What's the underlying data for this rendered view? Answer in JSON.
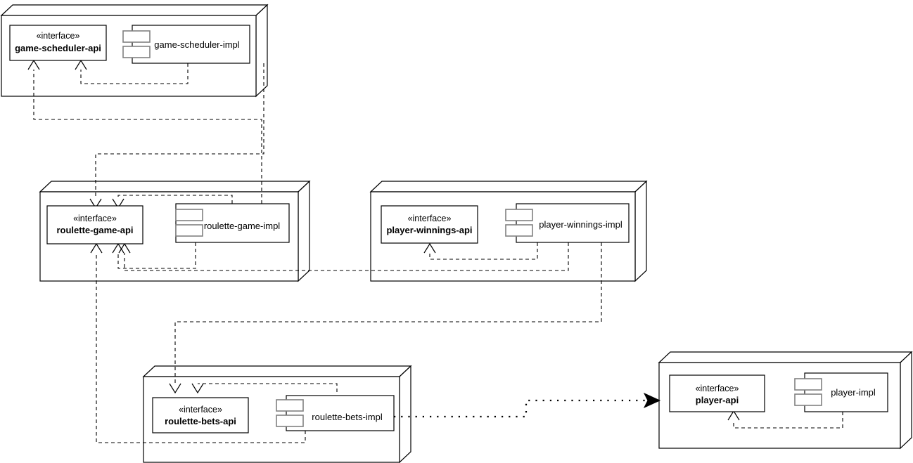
{
  "diagram": {
    "type": "uml-component-diagram",
    "title": "",
    "stereotype": "«interface»",
    "colors": {
      "background": "#ffffff",
      "stroke": "#000000",
      "port_stroke": "#808080"
    },
    "packages": [
      {
        "id": "game-scheduler",
        "interface": {
          "stereotype": "«interface»",
          "name": "game-scheduler-api"
        },
        "implementation": {
          "name": "game-scheduler-impl"
        }
      },
      {
        "id": "roulette-game",
        "interface": {
          "stereotype": "«interface»",
          "name": "roulette-game-api"
        },
        "implementation": {
          "name": "roulette-game-impl"
        }
      },
      {
        "id": "player-winnings",
        "interface": {
          "stereotype": "«interface»",
          "name": "player-winnings-api"
        },
        "implementation": {
          "name": "player-winnings-impl"
        }
      },
      {
        "id": "roulette-bets",
        "interface": {
          "stereotype": "«interface»",
          "name": "roulette-bets-api"
        },
        "implementation": {
          "name": "roulette-bets-impl"
        }
      },
      {
        "id": "player",
        "interface": {
          "stereotype": "«interface»",
          "name": "player-api"
        },
        "implementation": {
          "name": "player-impl"
        }
      }
    ],
    "dependencies": [
      {
        "from": "game-scheduler-impl",
        "to": "game-scheduler-api",
        "style": "dashed"
      },
      {
        "from": "game-scheduler-impl",
        "to": "roulette-game-api",
        "style": "dashed"
      },
      {
        "from": "game-scheduler-impl",
        "to": "roulette-game-api",
        "style": "dashed"
      },
      {
        "from": "roulette-game-impl",
        "to": "roulette-game-api",
        "style": "dashed"
      },
      {
        "from": "roulette-game-impl",
        "to": "game-scheduler-api",
        "style": "dashed"
      },
      {
        "from": "player-winnings-impl",
        "to": "player-winnings-api",
        "style": "dashed"
      },
      {
        "from": "player-winnings-impl",
        "to": "roulette-game-api",
        "style": "dashed"
      },
      {
        "from": "player-winnings-impl",
        "to": "roulette-bets-api",
        "style": "dashed"
      },
      {
        "from": "roulette-bets-impl",
        "to": "roulette-bets-api",
        "style": "dashed"
      },
      {
        "from": "roulette-bets-impl",
        "to": "roulette-game-api",
        "style": "dashed"
      },
      {
        "from": "roulette-bets-impl",
        "to": "player-api",
        "style": "dotted"
      },
      {
        "from": "player-impl",
        "to": "player-api",
        "style": "dashed"
      }
    ]
  }
}
